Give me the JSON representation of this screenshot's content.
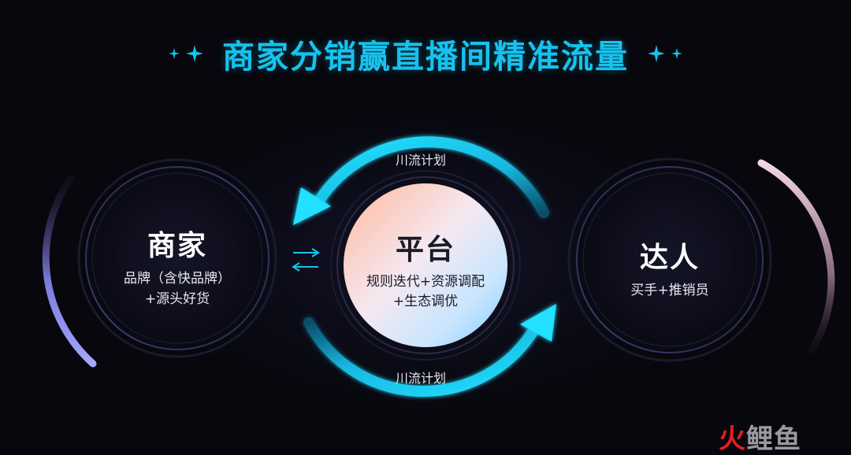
{
  "header": {
    "title": "商家分销赢直播间精准流量"
  },
  "nodes": {
    "merchant": {
      "title": "商家",
      "lines": [
        "品牌（含快品牌）",
        "+源头好货"
      ]
    },
    "platform": {
      "title": "平台",
      "lines": [
        "规则迭代+资源调配",
        "+生态调优"
      ]
    },
    "talent": {
      "title": "达人",
      "lines": [
        "买手+推销员"
      ]
    }
  },
  "flows": {
    "top_label": "川流计划",
    "bottom_label": "川流计划"
  },
  "watermark": {
    "part1": "火",
    "part2": "鲤鱼"
  },
  "colors": {
    "accent": "#16c2ee",
    "background": "#07070d",
    "arrow": "#19d0f0",
    "watermark": "#e02020"
  },
  "icons": [
    "sparkle-icon",
    "exchange-arrows-icon",
    "cycle-arrow-icon"
  ]
}
